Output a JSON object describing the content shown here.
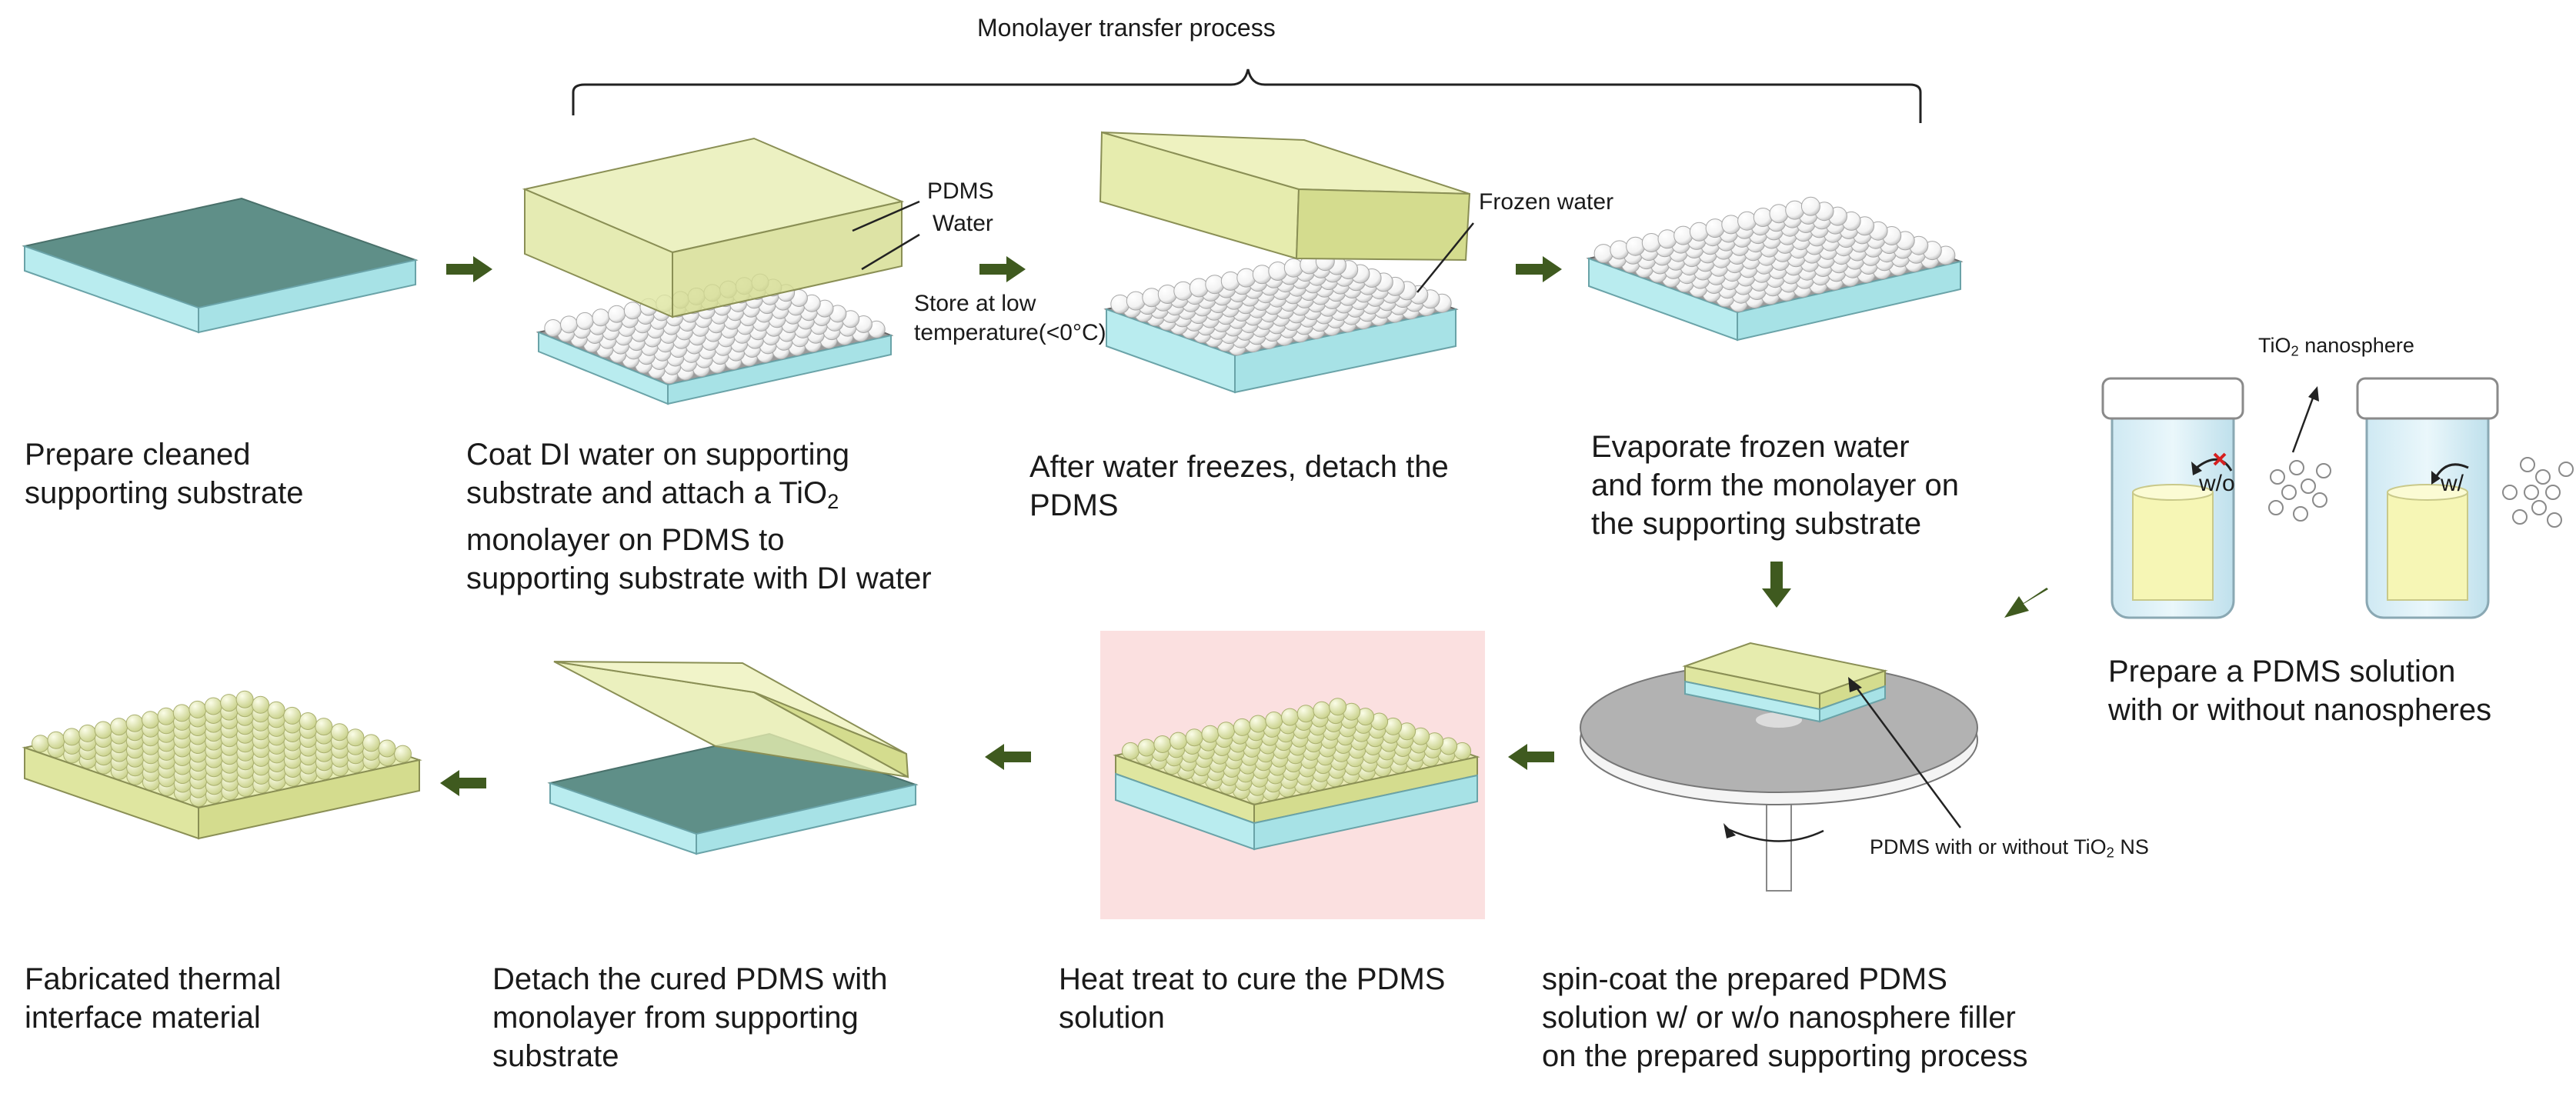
{
  "title": "Monolayer transfer process",
  "steps": {
    "s1": "Prepare cleaned\nsupporting substrate",
    "s2_pre": "Coat DI water on supporting\nsubstrate and attach a TiO",
    "s2_sub": "2",
    "s2_post": "\nmonolayer on PDMS to\nsupporting substrate with DI water",
    "s3": "After water freezes, detach the\nPDMS",
    "s4": "Evaporate frozen water\nand form the monolayer on\nthe supporting substrate",
    "s5": "Prepare a PDMS solution\nwith or without nanospheres",
    "s6": "spin-coat the prepared PDMS\nsolution w/ or w/o nanosphere filler\non the prepared supporting process",
    "s7": "Heat treat to cure the PDMS\nsolution",
    "s8": "Detach the cured PDMS with\nmonolayer from supporting\nsubstrate",
    "s9": "Fabricated thermal\ninterface material"
  },
  "labels": {
    "pdms": "PDMS",
    "water": "Water",
    "frozen_water": "Frozen water",
    "store": "Store at low\ntemperature(<0°C)",
    "nanosphere_pre": "TiO",
    "nanosphere_sub": "2",
    "nanosphere_post": " nanosphere",
    "without": "w/o",
    "with": "w/",
    "ns_pre": "PDMS with or without TiO",
    "ns_sub": "2",
    "ns_post": " NS"
  },
  "colors": {
    "substrate_top": "#5f8f88",
    "substrate_side": "#b9ecef",
    "pdms_fill": "#e6ecae",
    "arrow": "#3f5a1f",
    "heat_bg": "#fbe0e0",
    "disk": "#b2b2b2",
    "cross": "#d62020"
  }
}
